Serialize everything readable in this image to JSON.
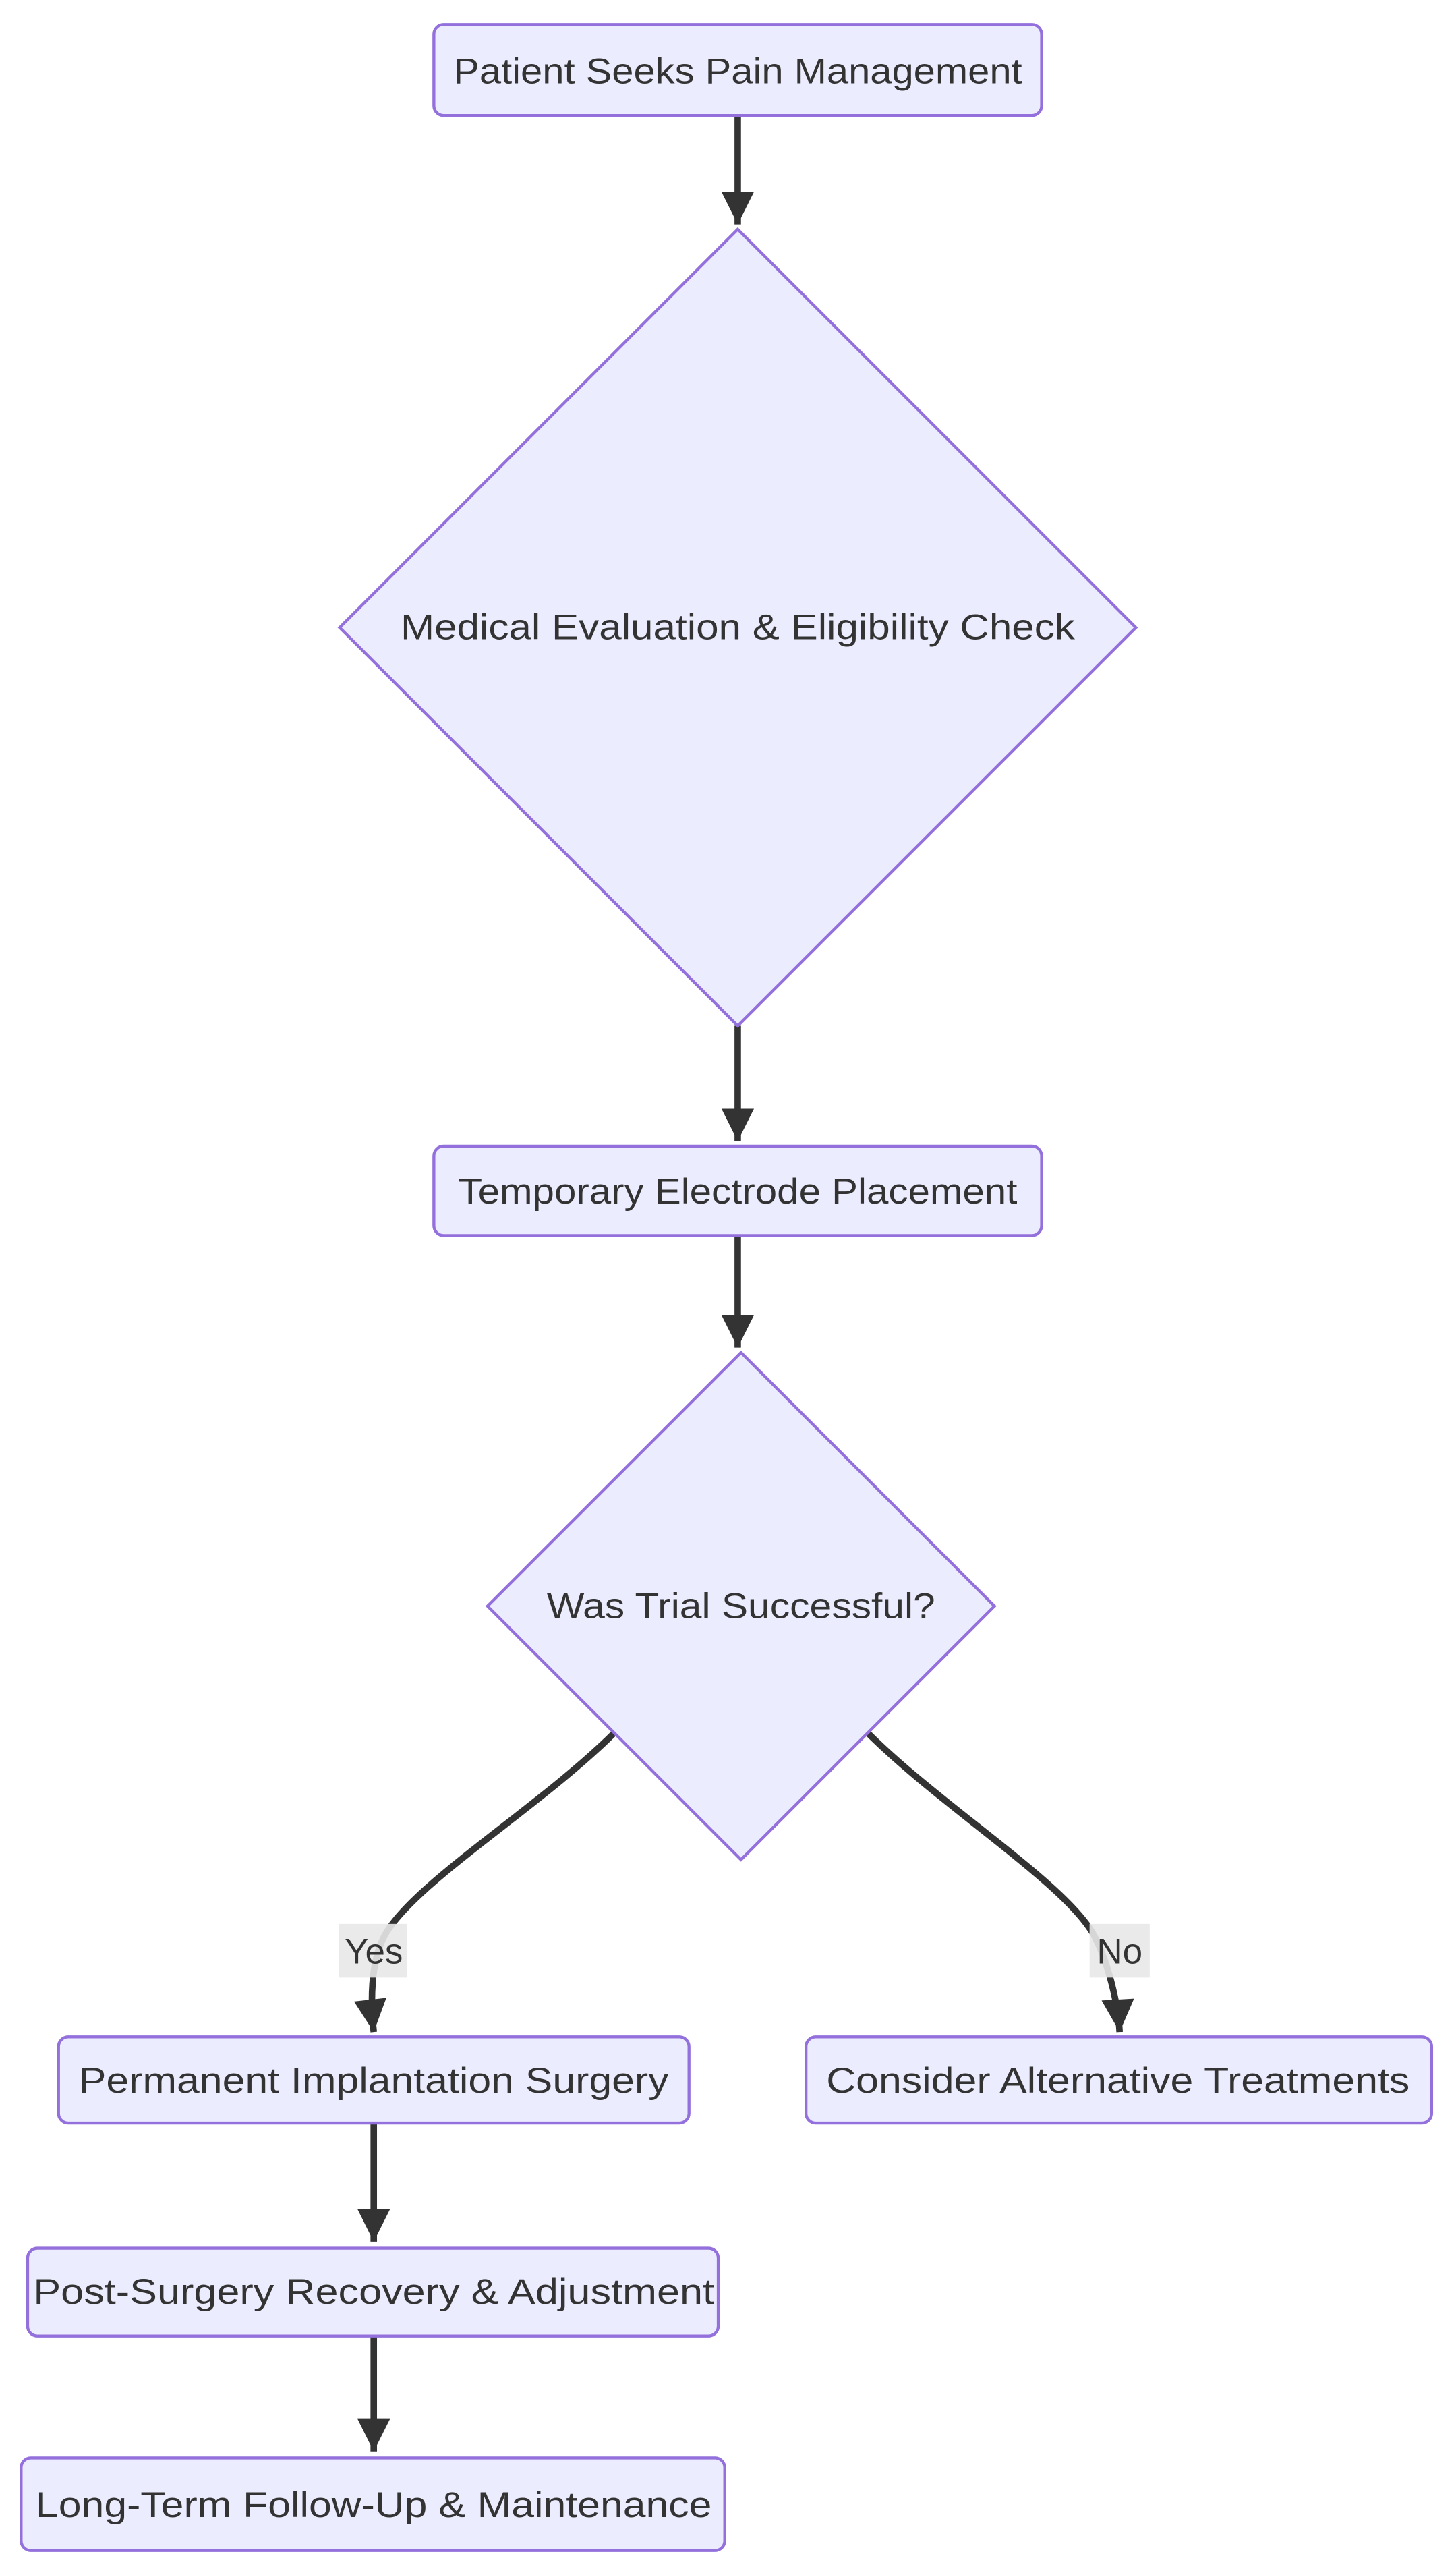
{
  "diagram": {
    "type": "flowchart",
    "direction": "top-down",
    "background_color": "#ffffff",
    "colors": {
      "node_fill": "#ECECFF",
      "node_border": "#9370DB",
      "edge_stroke": "#333333",
      "text": "#333333",
      "edge_label_background": "#e8e8e8"
    },
    "nodes": [
      {
        "id": "A",
        "shape": "rounded-rect",
        "label": "Patient Seeks Pain Management"
      },
      {
        "id": "B",
        "shape": "diamond",
        "label": "Medical Evaluation & Eligibility Check"
      },
      {
        "id": "C",
        "shape": "rounded-rect",
        "label": "Temporary Electrode Placement"
      },
      {
        "id": "D",
        "shape": "diamond",
        "label": "Was Trial Successful?"
      },
      {
        "id": "E",
        "shape": "rounded-rect",
        "label": "Permanent Implantation Surgery"
      },
      {
        "id": "F",
        "shape": "rounded-rect",
        "label": "Consider Alternative Treatments"
      },
      {
        "id": "G",
        "shape": "rounded-rect",
        "label": "Post-Surgery Recovery & Adjustment"
      },
      {
        "id": "H",
        "shape": "rounded-rect",
        "label": "Long-Term Follow-Up & Maintenance"
      }
    ],
    "edges": [
      {
        "from": "A",
        "to": "B",
        "label": ""
      },
      {
        "from": "B",
        "to": "C",
        "label": ""
      },
      {
        "from": "C",
        "to": "D",
        "label": ""
      },
      {
        "from": "D",
        "to": "E",
        "label": "Yes"
      },
      {
        "from": "D",
        "to": "F",
        "label": "No"
      },
      {
        "from": "E",
        "to": "G",
        "label": ""
      },
      {
        "from": "G",
        "to": "H",
        "label": ""
      }
    ]
  }
}
